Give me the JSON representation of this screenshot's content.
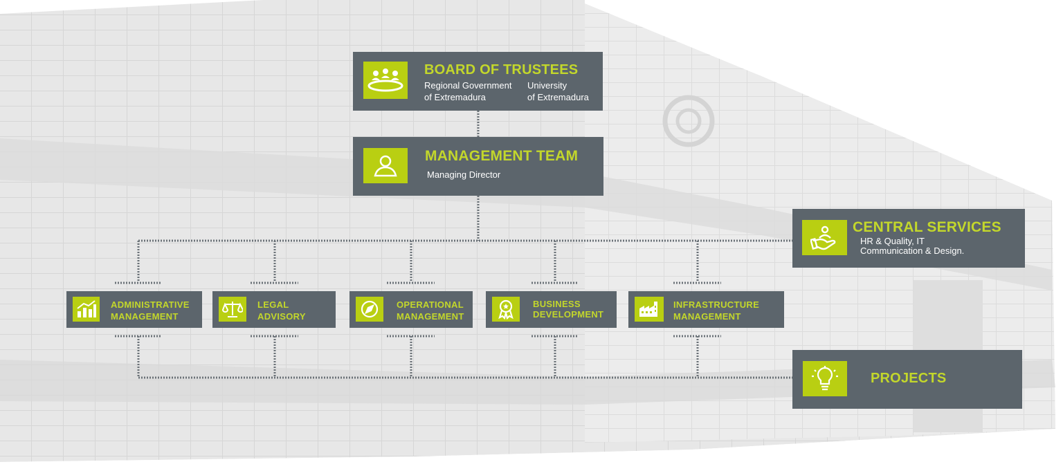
{
  "colors": {
    "accent": "#b9cf12",
    "accent_text": "#c3d72b",
    "box": "#5c656c",
    "connector": "#6a7177"
  },
  "board": {
    "title": "BOARD OF TRUSTEES",
    "members": [
      "Regional Government\nof Extremadura",
      "University\nof Extremadura"
    ],
    "icon": "meeting-table-icon"
  },
  "management": {
    "title": "MANAGEMENT TEAM",
    "subtitle": "Managing Director",
    "icon": "person-icon"
  },
  "central": {
    "title": "CENTRAL SERVICES",
    "subtitle": "HR & Quality, IT\nCommunication & Design.",
    "icon": "hand-service-icon"
  },
  "projects": {
    "title": "PROJECTS",
    "icon": "lightbulb-icon"
  },
  "departments": [
    {
      "label": "ADMINISTRATIVE\nMANAGEMENT",
      "icon": "bar-chart-icon"
    },
    {
      "label": "LEGAL\nADVISORY",
      "icon": "scales-icon"
    },
    {
      "label": "OPERATIONAL\nMANAGEMENT",
      "icon": "compass-icon"
    },
    {
      "label": "BUSINESS\nDEVELOPMENT",
      "icon": "award-icon"
    },
    {
      "label": "INFRASTRUCTURE\nMANAGEMENT",
      "icon": "factory-icon"
    }
  ]
}
